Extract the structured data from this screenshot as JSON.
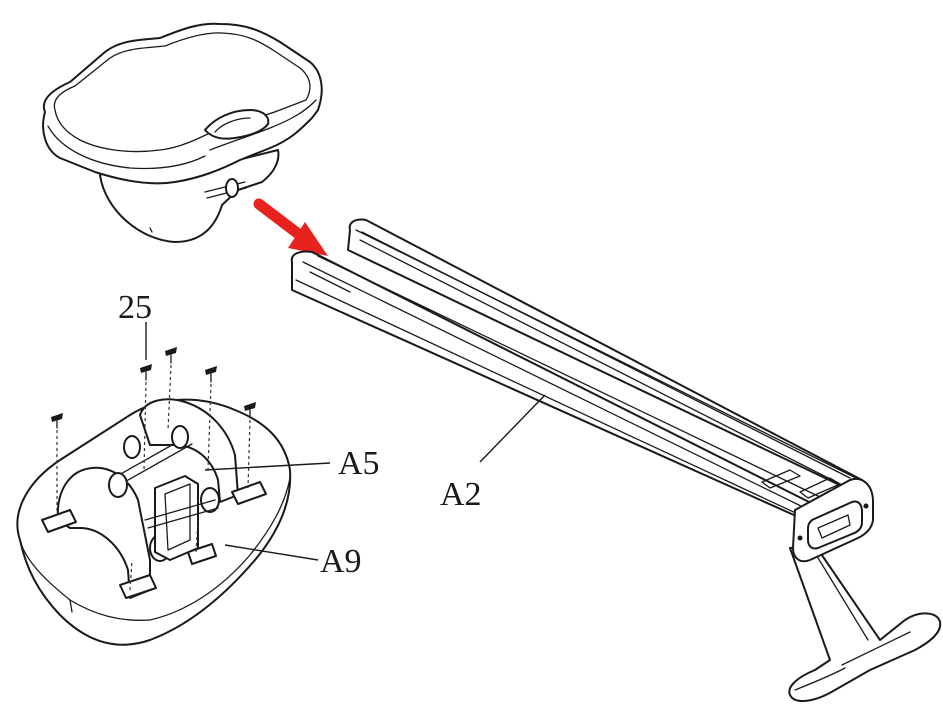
{
  "labels": {
    "screw": "25",
    "bracket": "A5",
    "base_plate": "A9",
    "rail": "A2"
  },
  "colors": {
    "line": "#1a1a1a",
    "arrow": "#e8231f",
    "background": "#ffffff"
  },
  "icons": {
    "direction_arrow": "red-arrow-icon"
  }
}
